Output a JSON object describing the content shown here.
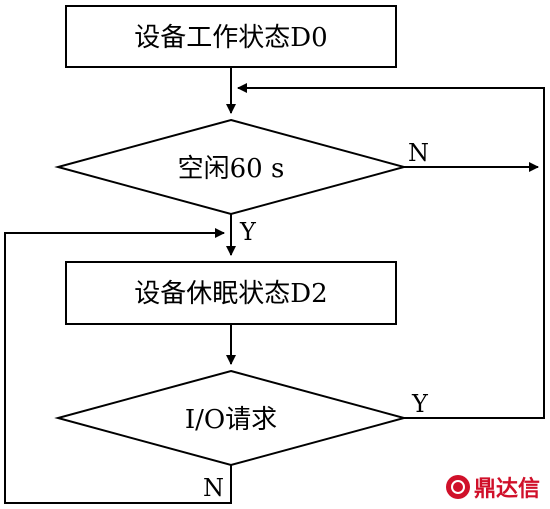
{
  "nodes": {
    "state_d0": "设备工作状态D0",
    "idle_check": "空闲60 s",
    "state_d2": "设备休眠状态D2",
    "io_request": "I/O请求"
  },
  "edge_labels": {
    "idle_no": "N",
    "idle_yes": "Y",
    "io_yes": "Y",
    "io_no": "N"
  },
  "watermark": {
    "brand": "鼎达信",
    "color": "#d0102a"
  }
}
